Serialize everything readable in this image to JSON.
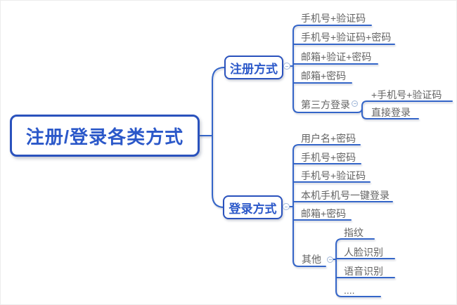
{
  "title": "注册/登录各类方式",
  "colors": {
    "accent_blue": "#2b58c9",
    "border_blue": "#2a52bd",
    "line_blue": "#3465c8",
    "text_gray": "#636363",
    "toggle_border": "#9fb6d8"
  },
  "root": {
    "label": "注册/登录各类方式"
  },
  "branches": [
    {
      "label": "注册方式",
      "children": [
        {
          "label": "手机号+验证码"
        },
        {
          "label": "手机号+验证码+密码"
        },
        {
          "label": "邮箱+验证+密码"
        },
        {
          "label": "邮箱+密码"
        },
        {
          "label": "第三方登录",
          "children": [
            {
              "label": "+手机号+验证码"
            },
            {
              "label": "直接登录"
            }
          ]
        }
      ]
    },
    {
      "label": "登录方式",
      "children": [
        {
          "label": "用户名+密码"
        },
        {
          "label": "手机号+密码"
        },
        {
          "label": "手机号+验证码"
        },
        {
          "label": "本机手机号一键登录"
        },
        {
          "label": "邮箱+密码"
        },
        {
          "label": "其他",
          "children": [
            {
              "label": "指纹"
            },
            {
              "label": "人脸识别"
            },
            {
              "label": "语音识别"
            },
            {
              "label": "...."
            }
          ]
        }
      ]
    }
  ]
}
